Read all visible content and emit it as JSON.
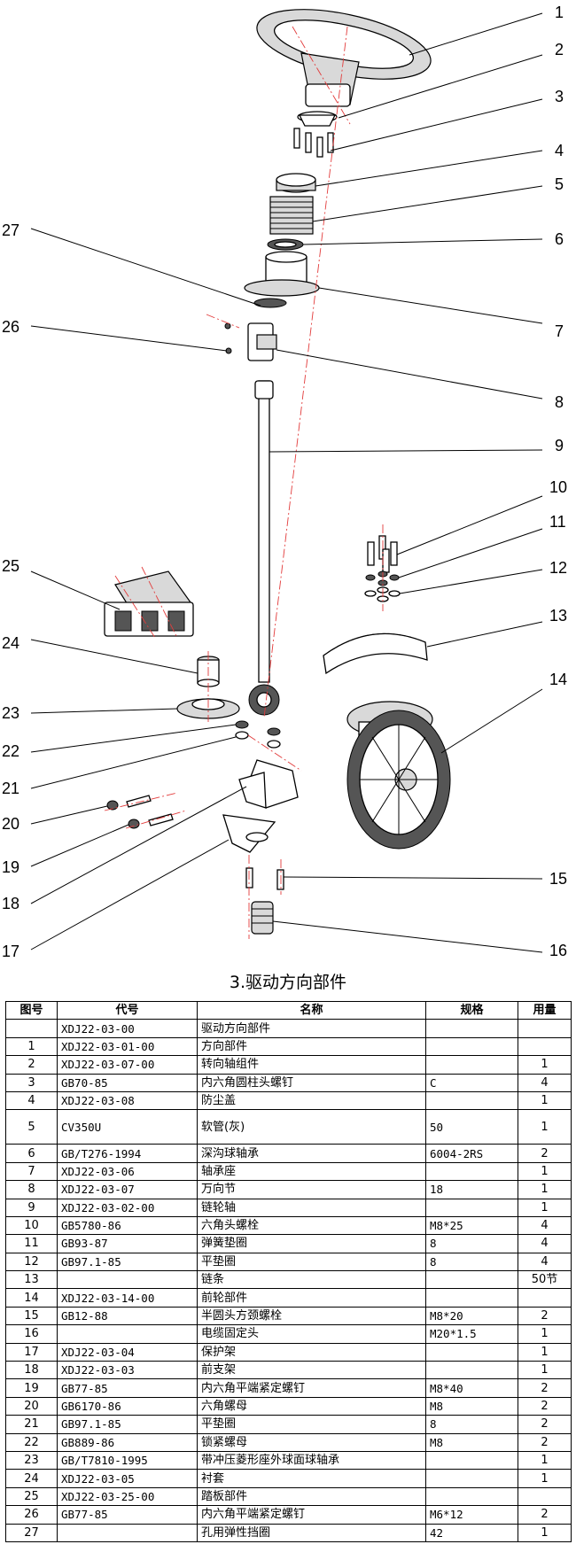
{
  "callouts": [
    "1",
    "2",
    "3",
    "4",
    "5",
    "6",
    "7",
    "8",
    "9",
    "10",
    "11",
    "12",
    "13",
    "14",
    "15",
    "16",
    "17",
    "18",
    "19",
    "20",
    "21",
    "22",
    "23",
    "24",
    "25",
    "26",
    "27"
  ],
  "section_title": "3.驱动方向部件",
  "table": {
    "headers": {
      "no": "图号",
      "code": "代号",
      "name": "名称",
      "spec": "规格",
      "qty": "用量"
    },
    "rows": [
      {
        "no": "",
        "code": "XDJ22-03-00",
        "name": "驱动方向部件",
        "spec": "",
        "qty": ""
      },
      {
        "no": "1",
        "code": "XDJ22-03-01-00",
        "name": "方向部件",
        "spec": "",
        "qty": ""
      },
      {
        "no": "2",
        "code": "XDJ22-03-07-00",
        "name": "转向轴组件",
        "spec": "",
        "qty": "1"
      },
      {
        "no": "3",
        "code": "GB70-85",
        "name": "内六角圆柱头螺钉",
        "spec": "C",
        "qty": "4"
      },
      {
        "no": "4",
        "code": "XDJ22-03-08",
        "name": "防尘盖",
        "spec": "",
        "qty": "1"
      },
      {
        "no": "5",
        "code": "CV350U",
        "name": "软管(灰)",
        "spec": "50",
        "qty": "1"
      },
      {
        "no": "6",
        "code": "GB/T276-1994",
        "name": "深沟球轴承",
        "spec": "6004-2RS",
        "qty": "2"
      },
      {
        "no": "7",
        "code": "XDJ22-03-06",
        "name": "轴承座",
        "spec": "",
        "qty": "1"
      },
      {
        "no": "8",
        "code": "XDJ22-03-07",
        "name": "万向节",
        "spec": "18",
        "qty": "1"
      },
      {
        "no": "9",
        "code": "XDJ22-03-02-00",
        "name": "链轮轴",
        "spec": "",
        "qty": "1"
      },
      {
        "no": "10",
        "code": "GB5780-86",
        "name": "六角头螺栓",
        "spec": "M8*25",
        "qty": "4"
      },
      {
        "no": "11",
        "code": "GB93-87",
        "name": "弹簧垫圈",
        "spec": "8",
        "qty": "4"
      },
      {
        "no": "12",
        "code": "GB97.1-85",
        "name": "平垫圈",
        "spec": "8",
        "qty": "4"
      },
      {
        "no": "13",
        "code": "",
        "name": "链条",
        "spec": "",
        "qty": "50节"
      },
      {
        "no": "14",
        "code": "XDJ22-03-14-00",
        "name": "前轮部件",
        "spec": "",
        "qty": ""
      },
      {
        "no": "15",
        "code": "GB12-88",
        "name": "半圆头方颈螺栓",
        "spec": "M8*20",
        "qty": "2"
      },
      {
        "no": "16",
        "code": "",
        "name": "电缆固定头",
        "spec": "M20*1.5",
        "qty": "1"
      },
      {
        "no": "17",
        "code": "XDJ22-03-04",
        "name": "保护架",
        "spec": "",
        "qty": "1"
      },
      {
        "no": "18",
        "code": "XDJ22-03-03",
        "name": "前支架",
        "spec": "",
        "qty": "1"
      },
      {
        "no": "19",
        "code": "GB77-85",
        "name": "内六角平端紧定螺钉",
        "spec": "M8*40",
        "qty": "2"
      },
      {
        "no": "20",
        "code": "GB6170-86",
        "name": "六角螺母",
        "spec": "M8",
        "qty": "2"
      },
      {
        "no": "21",
        "code": "GB97.1-85",
        "name": "平垫圈",
        "spec": "8",
        "qty": "2"
      },
      {
        "no": "22",
        "code": "GB889-86",
        "name": "锁紧螺母",
        "spec": "M8",
        "qty": "2"
      },
      {
        "no": "23",
        "code": "GB/T7810-1995",
        "name": "带冲压菱形座外球面球轴承",
        "spec": "",
        "qty": "1"
      },
      {
        "no": "24",
        "code": "XDJ22-03-05",
        "name": "衬套",
        "spec": "",
        "qty": "1"
      },
      {
        "no": "25",
        "code": "XDJ22-03-25-00",
        "name": "踏板部件",
        "spec": "",
        "qty": ""
      },
      {
        "no": "26",
        "code": "GB77-85",
        "name": "内六角平端紧定螺钉",
        "spec": "M6*12",
        "qty": "2"
      },
      {
        "no": "27",
        "code": "",
        "name": "孔用弹性挡圈",
        "spec": "42",
        "qty": "1"
      }
    ]
  }
}
